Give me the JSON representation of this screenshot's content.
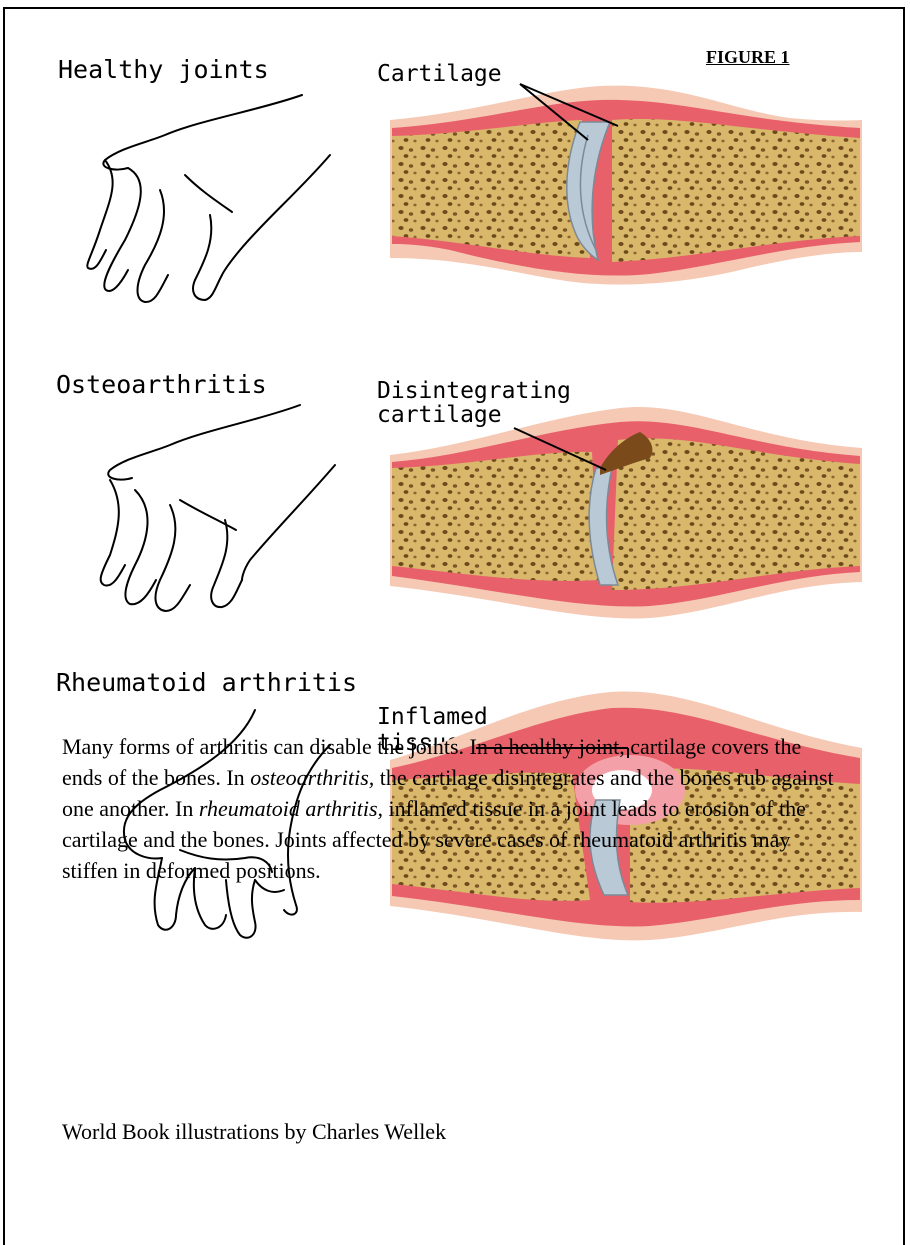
{
  "figure_label": "FIGURE 1",
  "panels": [
    {
      "hand_label": "Healthy joints",
      "callout": [
        "Cartilage"
      ]
    },
    {
      "hand_label": "Osteoarthritis",
      "callout": [
        "Disintegrating",
        "cartilage"
      ]
    },
    {
      "hand_label": "Rheumatoid arthritis",
      "callout": [
        "Inflamed",
        "tissue"
      ]
    }
  ],
  "caption": {
    "p1": "Many forms of arthritis can disable the joints. In a healthy joint, cartilage covers the ends of the bones. In ",
    "term1": "osteoarthritis,",
    "p2": "  the cartilage disintegrates and the bones rub against one another. In ",
    "term2": "rheumatoid arthritis,",
    "p3": "  inflamed tissue in a joint leads to erosion of the cartilage and the bones. Joints affected by severe cases of rheumatoid arthritis may stiffen in deformed positions."
  },
  "credit": "World Book illustrations by Charles Wellek",
  "colors": {
    "bone": "#d9b86c",
    "bone_pore": "#6b4a1c",
    "tissue_outer": "#f6c9b5",
    "tissue_inner": "#e8616a",
    "cartilage": "#b9c9d6",
    "damaged": "#7a4a1a"
  }
}
